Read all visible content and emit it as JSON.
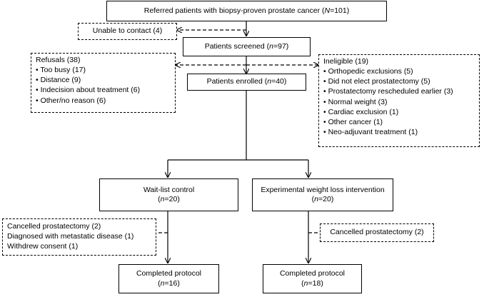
{
  "referred": {
    "text": "Referred patients with biopsy-proven prostate cancer (",
    "n_label": "N",
    "n_value": "=101)"
  },
  "unable_contact": {
    "text": "Unable to contact (4)"
  },
  "screened": {
    "text": "Patients screened (",
    "n_label": "n",
    "n_value": "=97)"
  },
  "refusals": {
    "title": "Refusals (38)",
    "items": [
      "Too busy (17)",
      "Distance (9)",
      "Indecision about treatment (6)",
      "Other/no reason (6)"
    ]
  },
  "ineligible": {
    "title": "Ineligible (19)",
    "items": [
      "Orthopedic exclusions (5)",
      "Did not elect prostatectomy (5)",
      "Prostatectomy rescheduled earlier (3)",
      "Normal weight (3)",
      "Cardiac exclusion (1)",
      "Other cancer (1)",
      "Neo-adjuvant treatment (1)"
    ]
  },
  "enrolled": {
    "text": "Patients enrolled (",
    "n_label": "n",
    "n_value": "=40)"
  },
  "waitlist": {
    "title": "Wait-list control",
    "n_prefix": "(",
    "n_label": "n",
    "n_value": "=20)"
  },
  "experimental": {
    "title": "Experimental weight loss intervention",
    "n_prefix": "(",
    "n_label": "n",
    "n_value": "=20)"
  },
  "waitlist_exclusions": {
    "items": [
      "Cancelled prostatectomy (2)",
      "Diagnosed with metastatic disease (1)",
      "Withdrew consent (1)"
    ]
  },
  "experimental_exclusions": {
    "text": "Cancelled prostatectomy (2)"
  },
  "completed_left": {
    "title": "Completed protocol",
    "n_prefix": "(",
    "n_label": "n",
    "n_value": "=16)"
  },
  "completed_right": {
    "title": "Completed protocol",
    "n_prefix": "(",
    "n_label": "n",
    "n_value": "=18)"
  }
}
